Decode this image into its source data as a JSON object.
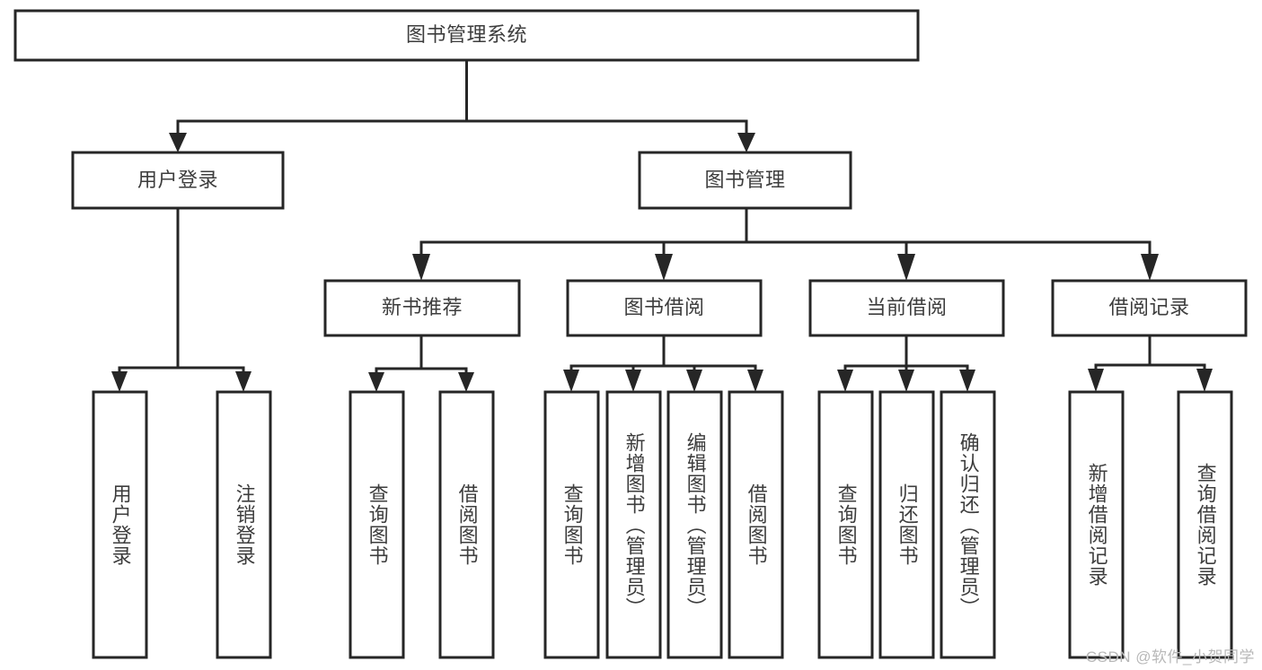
{
  "diagram": {
    "type": "tree-hierarchy",
    "title": "图书管理系统",
    "watermark": "CSDN @软件_小贺同学",
    "colors": {
      "box_stroke": "#262626",
      "box_fill": "#ffffff",
      "text": "#3d3d3d",
      "background": "#ffffff",
      "watermark": "#b8b8b8"
    },
    "nodes": {
      "root": {
        "label": "图书管理系统",
        "level": 1,
        "orientation": "horizontal"
      },
      "l2_0": {
        "label": "用户登录",
        "level": 2,
        "orientation": "horizontal"
      },
      "l2_1": {
        "label": "图书管理",
        "level": 2,
        "orientation": "horizontal"
      },
      "l3_0": {
        "label": "新书推荐",
        "level": 3,
        "orientation": "horizontal"
      },
      "l3_1": {
        "label": "图书借阅",
        "level": 3,
        "orientation": "horizontal"
      },
      "l3_2": {
        "label": "当前借阅",
        "level": 3,
        "orientation": "horizontal"
      },
      "l3_3": {
        "label": "借阅记录",
        "level": 3,
        "orientation": "horizontal"
      },
      "leaf_0": {
        "label": "用户登录",
        "level": 4,
        "orientation": "vertical",
        "parent": "用户登录"
      },
      "leaf_1": {
        "label": "注销登录",
        "level": 4,
        "orientation": "vertical",
        "parent": "用户登录"
      },
      "leaf_2": {
        "label": "查询图书",
        "level": 4,
        "orientation": "vertical",
        "parent": "新书推荐"
      },
      "leaf_3": {
        "label": "借阅图书",
        "level": 4,
        "orientation": "vertical",
        "parent": "新书推荐"
      },
      "leaf_4": {
        "label": "查询图书",
        "level": 4,
        "orientation": "vertical",
        "parent": "图书借阅"
      },
      "leaf_5": {
        "label": "新增图书（管理员）",
        "level": 4,
        "orientation": "vertical",
        "parent": "图书借阅"
      },
      "leaf_6": {
        "label": "编辑图书（管理员）",
        "level": 4,
        "orientation": "vertical",
        "parent": "图书借阅"
      },
      "leaf_7": {
        "label": "借阅图书",
        "level": 4,
        "orientation": "vertical",
        "parent": "图书借阅"
      },
      "leaf_8": {
        "label": "查询图书",
        "level": 4,
        "orientation": "vertical",
        "parent": "当前借阅"
      },
      "leaf_9": {
        "label": "归还图书",
        "level": 4,
        "orientation": "vertical",
        "parent": "当前借阅"
      },
      "leaf_10": {
        "label": "确认归还（管理员）",
        "level": 4,
        "orientation": "vertical",
        "parent": "当前借阅"
      },
      "leaf_11": {
        "label": "新增借阅记录",
        "level": 4,
        "orientation": "vertical",
        "parent": "借阅记录"
      },
      "leaf_12": {
        "label": "查询借阅记录",
        "level": 4,
        "orientation": "vertical",
        "parent": "借阅记录"
      }
    }
  }
}
